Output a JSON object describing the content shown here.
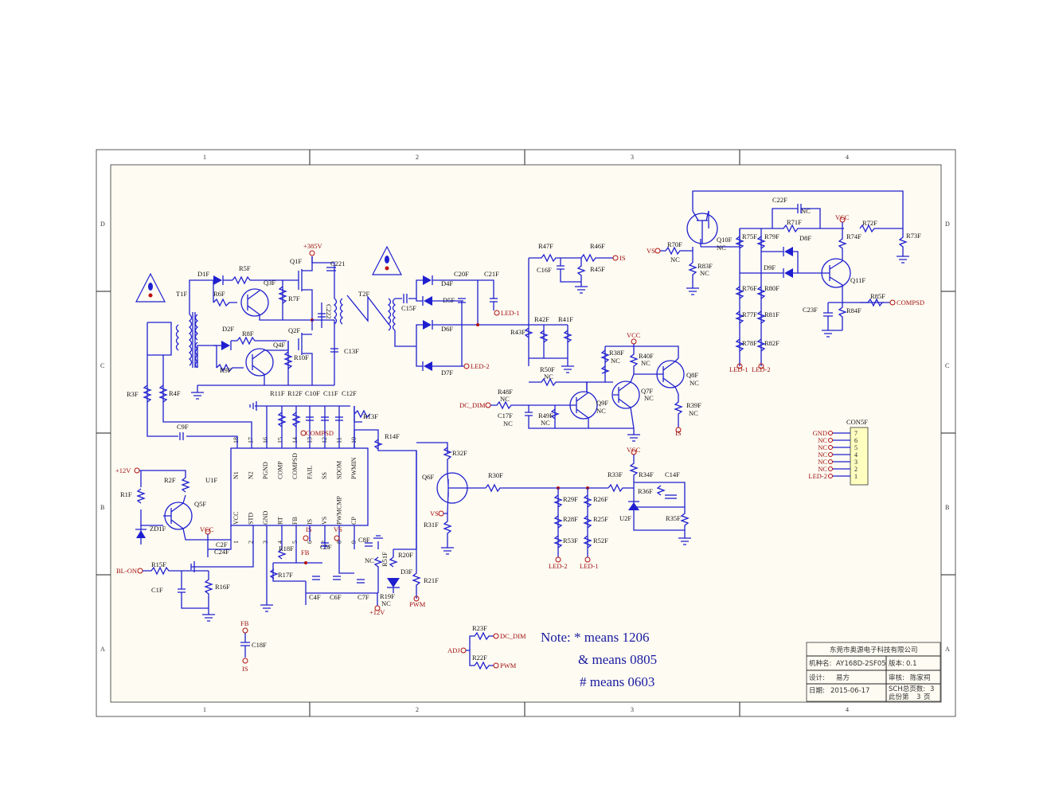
{
  "frame": {
    "columns": [
      "1",
      "2",
      "3",
      "4"
    ],
    "rows": [
      "D",
      "C",
      "B",
      "A"
    ],
    "background": "#fdfbf2",
    "wire_color": "#1f1fd0",
    "net_color": "#a01010"
  },
  "note": {
    "line1": "Note: * means 1206",
    "line2": "& means 0805",
    "line3": "# means 0603"
  },
  "title_block": {
    "company": "东莞市奥源电子科技有限公司",
    "model_label": "机种名:",
    "model": "AY168D-2SF05",
    "version_label": "版本:",
    "version": "0.1",
    "designer_label": "设计:",
    "designer": "易方",
    "reviewer_label": "审核:",
    "reviewer": "陈家祠",
    "date_label": "日期:",
    "date": "2015-06-17",
    "total_label": "SCH总页数:",
    "total_pages": "3",
    "this_page_label": "此份第",
    "this_page": "3",
    "page_unit": "页"
  },
  "nets": {
    "v385": "+385V",
    "vcc": "VCC",
    "v12": "+12V",
    "compsd": "COMPSD",
    "led1": "LED-1",
    "led2": "LED-2",
    "is": "IS",
    "vs": "VS",
    "fb": "FB",
    "pwm": "PWM",
    "dc_dim": "DC_DIM",
    "adj": "ADJ",
    "bl_on": "BL-ON",
    "gnd": "GND",
    "nc": "NC"
  },
  "ic": {
    "ref": "U1F",
    "top_pins": [
      {
        "num": "18",
        "name": "N1"
      },
      {
        "num": "17",
        "name": "N2"
      },
      {
        "num": "16",
        "name": "PGND"
      },
      {
        "num": "15",
        "name": "COMP"
      },
      {
        "num": "14",
        "name": "COMPSD"
      },
      {
        "num": "13",
        "name": "FAIL"
      },
      {
        "num": "12",
        "name": "SS"
      },
      {
        "num": "11",
        "name": "SDOM"
      },
      {
        "num": "10",
        "name": "PWMIN"
      }
    ],
    "bottom_pins": [
      {
        "num": "1",
        "name": "VCC"
      },
      {
        "num": "2",
        "name": "STD"
      },
      {
        "num": "3",
        "name": "GND"
      },
      {
        "num": "4",
        "name": "RT"
      },
      {
        "num": "5",
        "name": "FB"
      },
      {
        "num": "6",
        "name": "IS"
      },
      {
        "num": "7",
        "name": "VS"
      },
      {
        "num": "8",
        "name": "PWMCMP"
      },
      {
        "num": "9",
        "name": "CP"
      }
    ]
  },
  "connector": {
    "ref": "CON5F",
    "pins": [
      {
        "num": "7",
        "net": "GND"
      },
      {
        "num": "6",
        "net": "NC"
      },
      {
        "num": "5",
        "net": "NC"
      },
      {
        "num": "4",
        "net": "NC"
      },
      {
        "num": "3",
        "net": "NC"
      },
      {
        "num": "2",
        "net": "NC"
      },
      {
        "num": "1",
        "net": "LED-2"
      }
    ]
  },
  "refs": {
    "T1F": "T1F",
    "T2F": "T2F",
    "D1F": "D1F",
    "D2F": "D2F",
    "R5F": "R5F",
    "R6F": "R6F",
    "Q3F": "Q3F",
    "R7F": "R7F",
    "R8F": "R8F",
    "R9F": "R9F",
    "Q4F": "Q4F",
    "R10F": "R10F",
    "Q1F": "Q1F",
    "Q2F": "Q2F",
    "C221": "C221",
    "C222": "C222",
    "C13F": "C13F",
    "R11F": "R11F",
    "R12F": "R12F",
    "C10F": "C10F",
    "C11F": "C11F",
    "C12F": "C12F",
    "R3F": "R3F",
    "R4F": "R4F",
    "C9F": "C9F",
    "R13F": "R13F",
    "R14F": "R14F",
    "R1F": "R1F",
    "R2F": "R2F",
    "Q5F": "Q5F",
    "ZD1F": "ZD1F",
    "C2F": "C2F",
    "C24F": "C24F",
    "R15F": "R15F",
    "C1F": "C1F",
    "R16F": "R16F",
    "R18F": "R18F",
    "R17F": "R17F",
    "C5F": "C5F",
    "C4F": "C4F",
    "C6F": "C6F",
    "C7F": "C7F",
    "C8F": "C8F",
    "R51F": "R51F",
    "R19F": "R19F",
    "R20F": "R20F",
    "D3F": "D3F",
    "R21F": "R21F",
    "C18F": "C18F",
    "C15F": "C15F",
    "D4F": "D4F",
    "D5F": "D5F",
    "D6F": "D6F",
    "D7F": "D7F",
    "C20F": "C20F",
    "C21F": "C21F",
    "R47F": "R47F",
    "R46F": "R46F",
    "C16F": "C16F",
    "R45F": "R45F",
    "R42F": "R42F",
    "R41F": "R41F",
    "R43F": "R43F",
    "R38F": "R38F",
    "R40F": "R40F",
    "Q8F": "Q8F",
    "R50F": "R50F",
    "R48F": "R48F",
    "Q9F": "Q9F",
    "Q7F": "Q7F",
    "C17F": "C17F",
    "R49F": "R49F",
    "R39F": "R39F",
    "Q6F": "Q6F",
    "R32F": "R32F",
    "R30F": "R30F",
    "R31F": "R31F",
    "R29F": "R29F",
    "R28F": "R28F",
    "R53F": "R53F",
    "R26F": "R26F",
    "R25F": "R25F",
    "R52F": "R52F",
    "R33F": "R33F",
    "R34F": "R34F",
    "C14F": "C14F",
    "R36F": "R36F",
    "U2F": "U2F",
    "R35F": "R35F",
    "R23F": "R23F",
    "R22F": "R22F",
    "Q10F": "Q10F",
    "R70F": "R70F",
    "R83F": "R83F",
    "C22F": "C22F",
    "R71F": "R71F",
    "D8F": "D8F",
    "R75F": "R75F",
    "R79F": "R79F",
    "D9F": "D9F",
    "R76F": "R76F",
    "R80F": "R80F",
    "R77F": "R77F",
    "R81F": "R81F",
    "R78F": "R78F",
    "R82F": "R82F",
    "R72F": "R72F",
    "R73F": "R73F",
    "R74F": "R74F",
    "Q11F": "Q11F",
    "C23F": "C23F",
    "R84F": "R84F",
    "R85F": "R85F"
  }
}
